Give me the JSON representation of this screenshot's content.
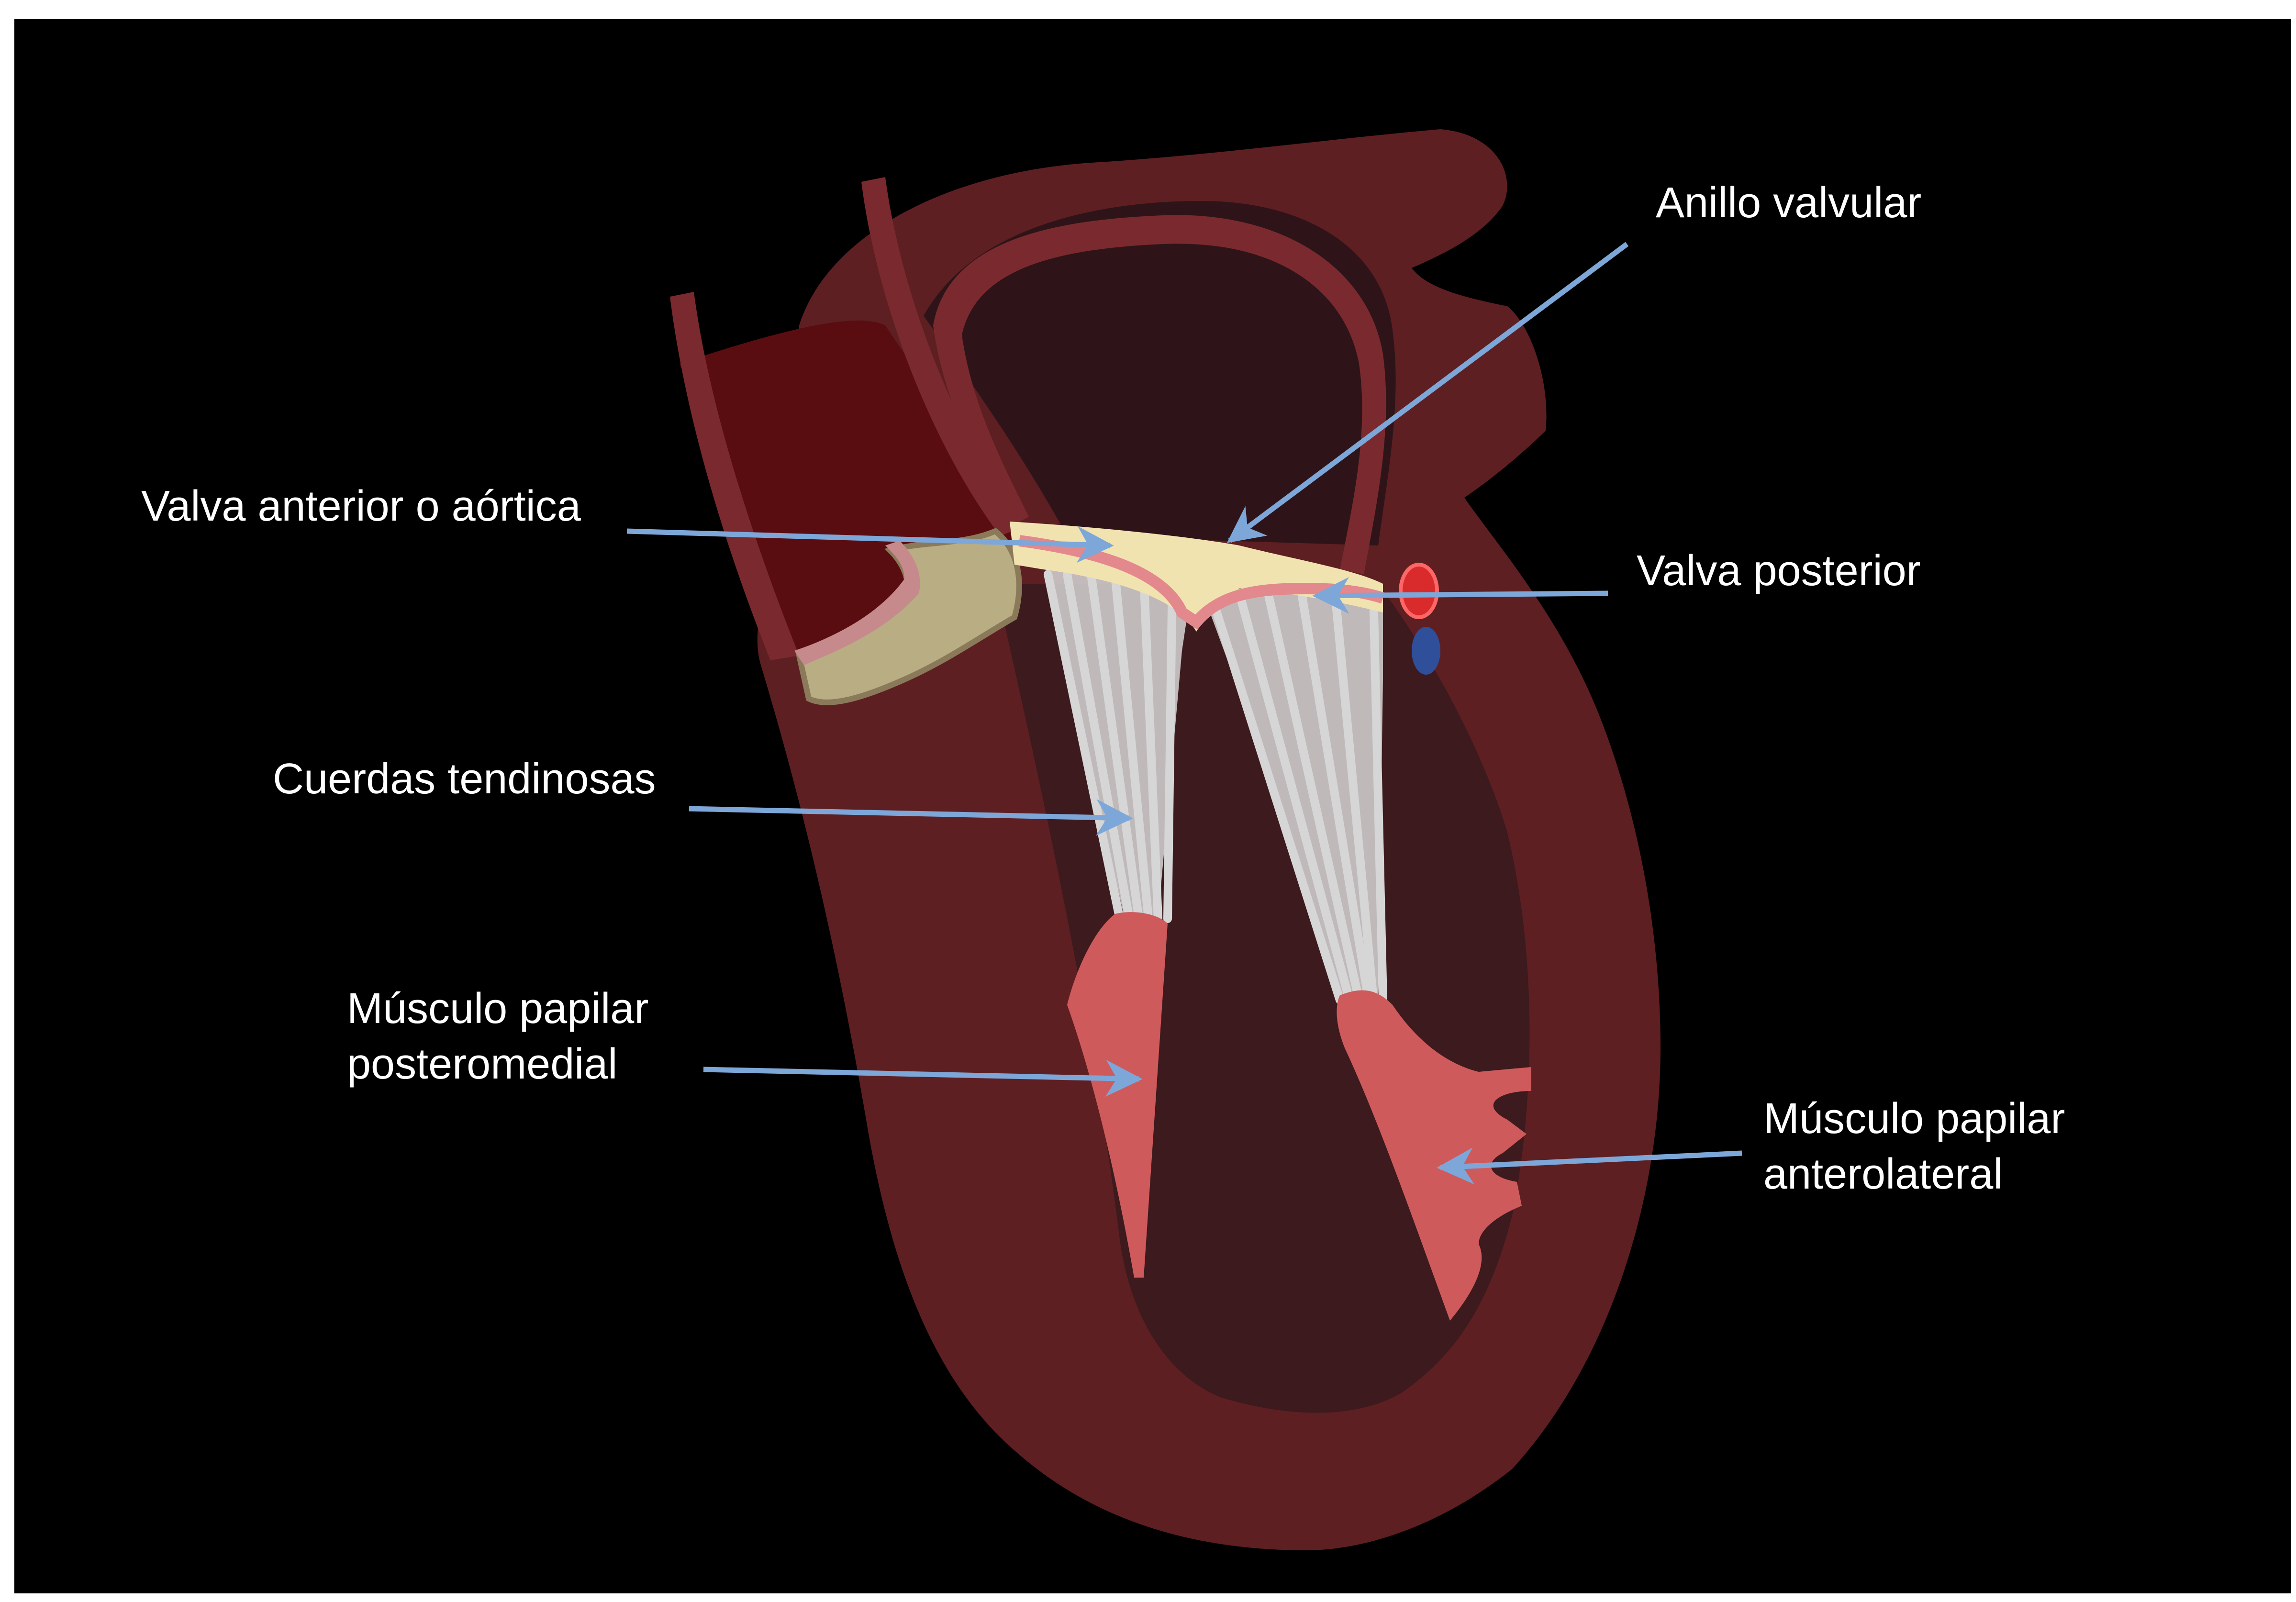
{
  "labels": {
    "anillo_valvular": "Anillo valvular",
    "valva_anterior": "Valva anterior o aórtica",
    "valva_posterior": "Valva posterior",
    "cuerdas_tendinosas": "Cuerdas tendinosas",
    "musculo_posteromedial": [
      "Músculo papilar",
      "posteromedial"
    ],
    "musculo_anterolateral": [
      "Músculo papilar",
      "anterolateral"
    ]
  },
  "colors": {
    "background": "#000000",
    "myocardium": "#5e1f22",
    "chamber": "#3c1a1e",
    "aorta": "#5a0d10",
    "vessel_wall": "#7a2a2e",
    "papillary_muscle": "#cf5a5c",
    "chordae": "#d6d6d6",
    "annulus": "#f1e3b0",
    "leaflet_pink": "#e3888c",
    "aortic_cusp": "#b9ad84",
    "arrow": "#7da7d8",
    "artery": "#d92b2b",
    "vein": "#2f4f9a"
  }
}
